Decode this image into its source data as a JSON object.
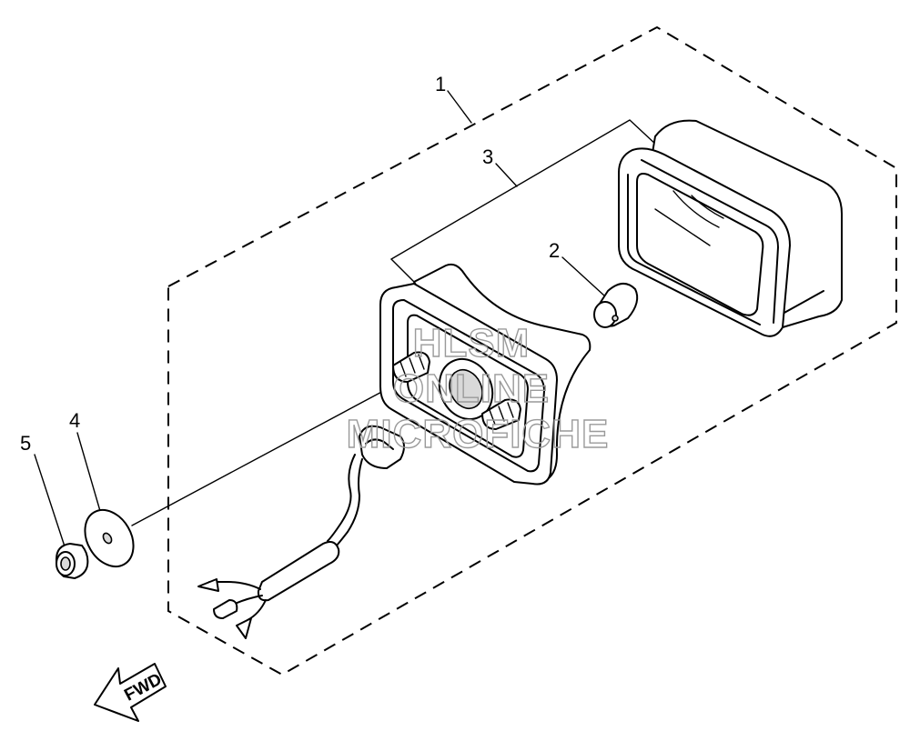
{
  "callouts": [
    "1",
    "2",
    "3",
    "4",
    "5"
  ],
  "watermark": [
    "HLSM",
    "ONLINE",
    "MICROFICHE"
  ],
  "fwd_label": "FWD",
  "colors": {
    "line": "#000000",
    "background": "#ffffff",
    "watermark": "#9a9a9a"
  }
}
